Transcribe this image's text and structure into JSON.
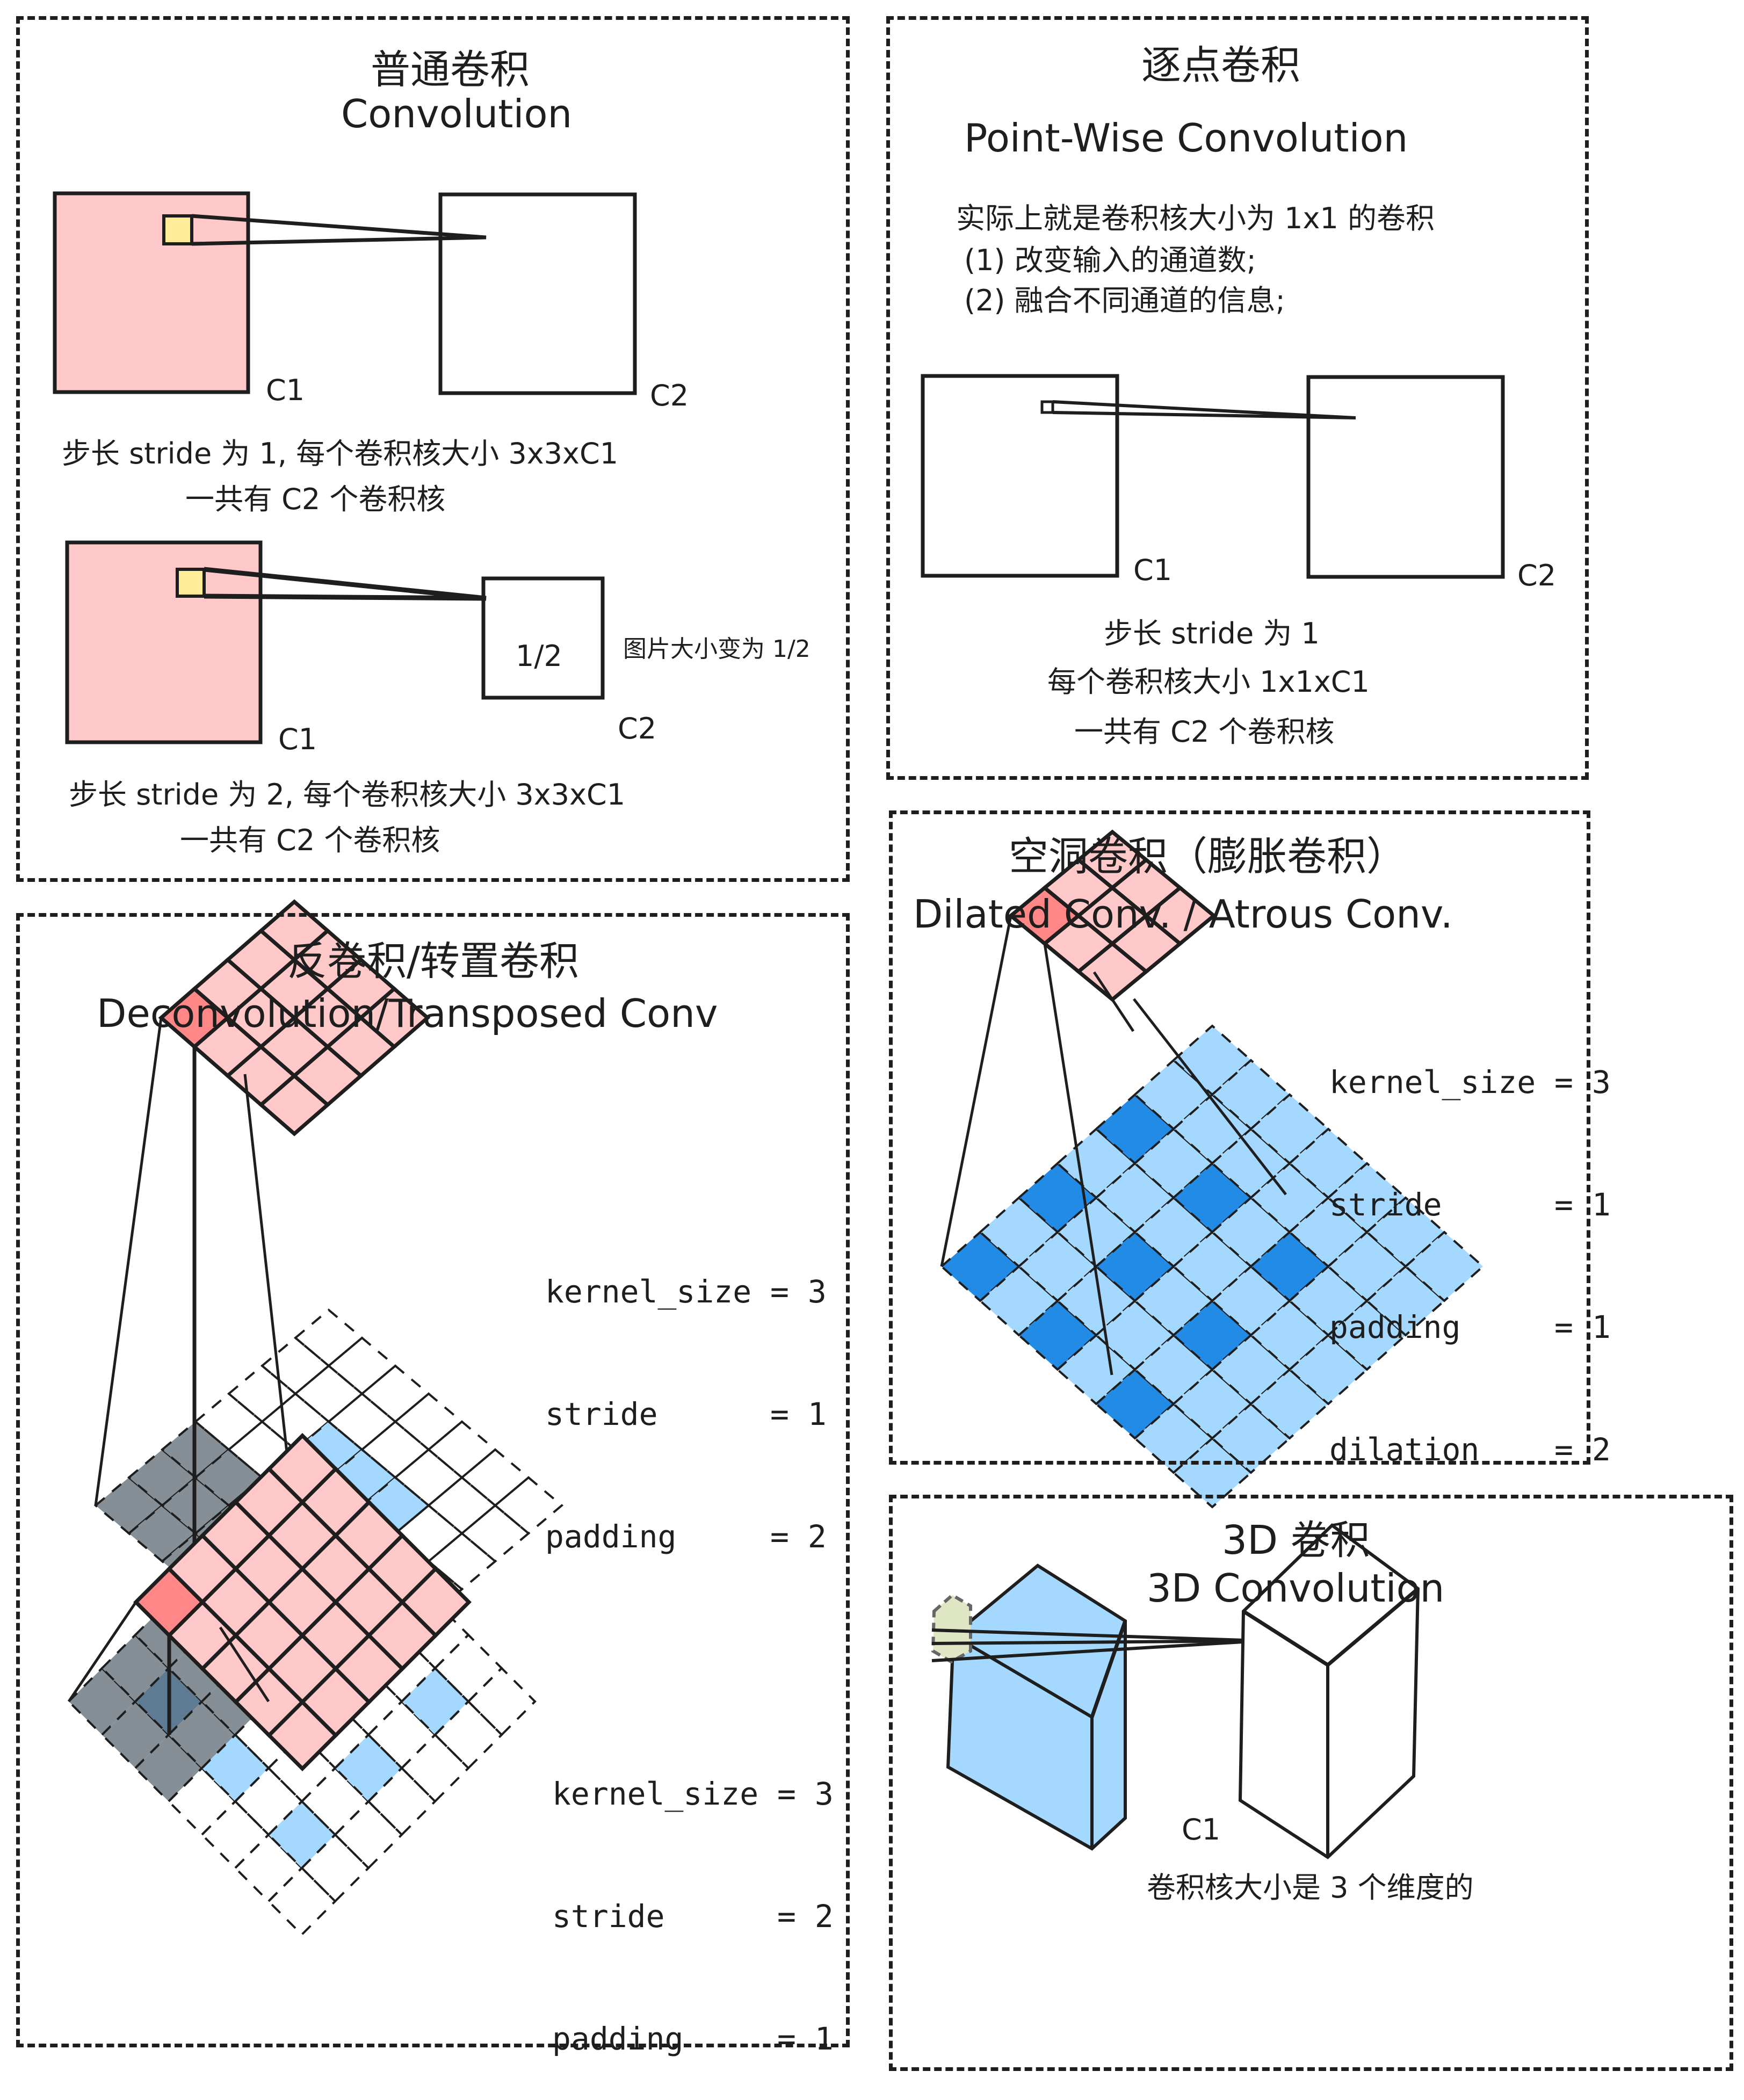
{
  "colors": {
    "stroke": "#1e1e1e",
    "pink_fill": "#ffc9c9",
    "pink_active": "#ff8787",
    "kernel_yellow": "#ffec99",
    "light_blue": "#a5d8ff",
    "dark_blue": "#228be6",
    "gray": "#868e96",
    "overlap": "#5f7a93",
    "kernel_3d": "#dfe6c4"
  },
  "panels": {
    "standard": {
      "title_cn": "普通卷积",
      "title_en": "Convolution",
      "c1": "C1",
      "c2": "C2",
      "desc1_line1": "步长 stride 为 1, 每个卷积核大小 3x3xC1",
      "desc1_line2": "一共有 C2 个卷积核",
      "c1_b": "C1",
      "c2_b": "C2",
      "half_label": "1/2",
      "half_note": "图片大小变为 1/2",
      "desc2_line1": "步长 stride 为 2, 每个卷积核大小 3x3xC1",
      "desc2_line2": "一共有 C2 个卷积核"
    },
    "pointwise": {
      "title_cn": "逐点卷积",
      "title_en": "Point-Wise Convolution",
      "note_line1": "实际上就是卷积核大小为 1x1 的卷积",
      "note_line2": "(1) 改变输入的通道数;",
      "note_line3": "(2) 融合不同通道的信息;",
      "c1": "C1",
      "c2": "C2",
      "desc_line1": "步长 stride 为 1",
      "desc_line2": "每个卷积核大小 1x1xC1",
      "desc_line3": "一共有 C2 个卷积核"
    },
    "deconv": {
      "title_cn": "反卷积/转置卷积",
      "title_en": "Deconvolution/Transposed Conv",
      "params_a": [
        "kernel_size = 3",
        "stride      = 1",
        "padding     = 2"
      ],
      "params_b": [
        "kernel_size = 3",
        "stride      = 2",
        "padding     = 1"
      ]
    },
    "dilated": {
      "title_cn": "空洞卷积（膨胀卷积）",
      "title_en": "Dilated Conv. / Atrous Conv.",
      "params": [
        "kernel_size = 3",
        "stride      = 1",
        "padding     = 1",
        "dilation    = 2"
      ]
    },
    "conv3d": {
      "title_cn": "3D 卷积",
      "title_en": "3D Convolution",
      "c1": "C1",
      "desc": "卷积核大小是 3 个维度的"
    }
  }
}
